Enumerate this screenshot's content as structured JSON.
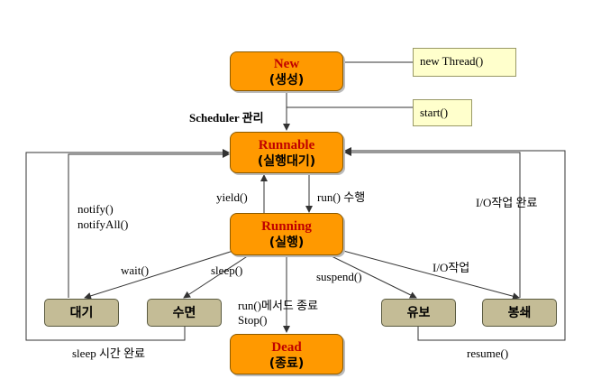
{
  "states": {
    "new": {
      "name": "New",
      "ko": "(생성)"
    },
    "runnable": {
      "name": "Runnable",
      "ko": "(실행대기)"
    },
    "running": {
      "name": "Running",
      "ko": "(실행)"
    },
    "dead": {
      "name": "Dead",
      "ko": "(종료)"
    }
  },
  "blocks": {
    "wait": "대기",
    "sleep": "수면",
    "io": "유보",
    "blocked": "봉쇄"
  },
  "notes": {
    "new_thread": "new Thread()",
    "start": "start()"
  },
  "labels": {
    "scheduler": "Scheduler 관리",
    "yield": "yield()",
    "run": "run() 수행",
    "notify": "notify()",
    "notify_all": "notifyAll()",
    "io_done": "I/O작업 완료",
    "wait_call": "wait()",
    "sleep_call": "sleep()",
    "suspend_call": "suspend()",
    "io_work": "I/O작업",
    "run_end": "run()메서드 종료",
    "stop": "Stop()",
    "sleep_done": "sleep 시간 완료",
    "resume": "resume()"
  },
  "colors": {
    "state_fill": "#ff9900",
    "state_title": "#c00000",
    "block_fill": "#c4bc96",
    "note_fill": "#ffffcc",
    "line": "#333333"
  }
}
